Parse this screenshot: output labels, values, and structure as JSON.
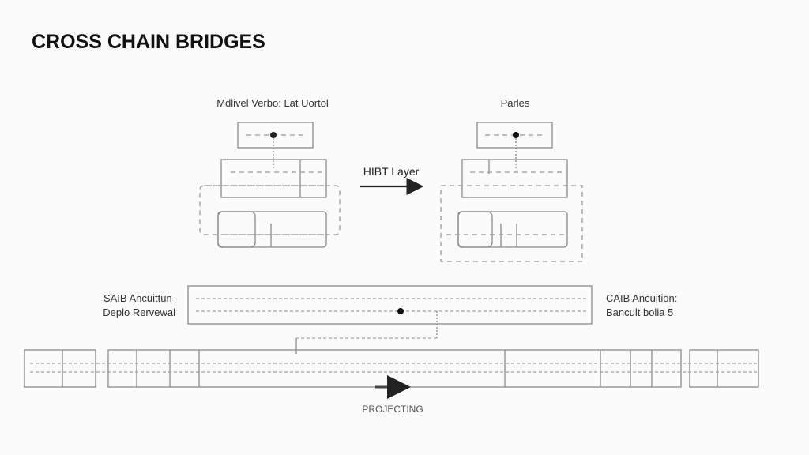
{
  "title": "CROSS CHAIN BRIDGES",
  "left_diagram": {
    "label": "Mdlivel Verbo: Lat Uortol"
  },
  "transition": {
    "label": "HIBT Layer"
  },
  "right_diagram": {
    "label": "Parles"
  },
  "middle_bar": {
    "left_label_line1": "SAIB Ancuittun-",
    "left_label_line2": "Deplo Rervewal",
    "right_label_line1": "CAIB Ancuition:",
    "right_label_line2": "Bancult bolia 5"
  },
  "bottom": {
    "caption": "PROJECTING"
  },
  "colors": {
    "line": "#8a8a8a",
    "text": "#333333",
    "title": "#111111",
    "background": "#fbfbfb"
  }
}
